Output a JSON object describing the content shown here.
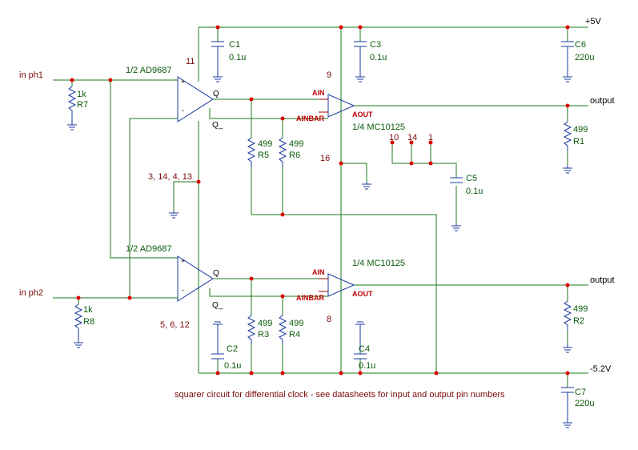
{
  "labels": {
    "in_ph1": "in ph1",
    "in_ph2": "in ph2",
    "output_1": "output",
    "output_2": "output",
    "vplus": "+5V",
    "vminus": "-5.2V",
    "caption": "squarer circuit for differential clock - see datasheets for input and output pin numbers"
  },
  "comparators": {
    "top_name": "1/2 AD9687",
    "bottom_name": "1/2 AD9687",
    "q_label": "Q",
    "qbar_label": "Q_",
    "plus": "+",
    "minus": "-"
  },
  "receivers": {
    "top_name": "1/4 MC10125",
    "bottom_name": "1/4 MC10125",
    "ain": "AIN",
    "ainbar": "AINBAR",
    "aout": "AOUT"
  },
  "pins": {
    "p11": "11",
    "p9": "9",
    "p16": "16",
    "p8": "8",
    "p3_14_4_13": "3, 14, 4, 13",
    "p5_6_12": "5,  6, 12",
    "p10": "10",
    "p14": "14",
    "p1": "1"
  },
  "components": {
    "R7": {
      "name": "R7",
      "value": "1k"
    },
    "R8": {
      "name": "R8",
      "value": "1k"
    },
    "R5": {
      "name": "R5",
      "value": "499"
    },
    "R6": {
      "name": "R6",
      "value": "499"
    },
    "R3": {
      "name": "R3",
      "value": "499"
    },
    "R4": {
      "name": "R4",
      "value": "499"
    },
    "R1": {
      "name": "R1",
      "value": "499"
    },
    "R2": {
      "name": "R2",
      "value": "499"
    },
    "C1": {
      "name": "C1",
      "value": "0.1u"
    },
    "C2": {
      "name": "C2",
      "value": "0.1u"
    },
    "C3": {
      "name": "C3",
      "value": "0.1u"
    },
    "C4": {
      "name": "C4",
      "value": "0.1u"
    },
    "C5": {
      "name": "C5",
      "value": "0.1u"
    },
    "C6": {
      "name": "C6",
      "value": "220u"
    },
    "C7": {
      "name": "C7",
      "value": "220u"
    }
  }
}
